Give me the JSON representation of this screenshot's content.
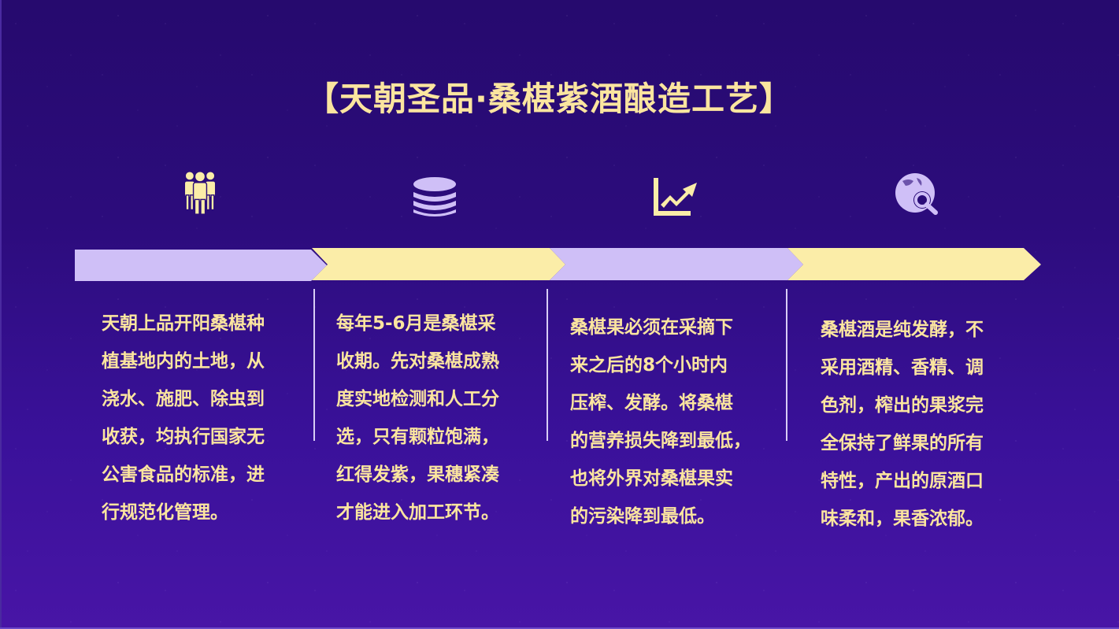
{
  "title": "【天朝圣品·桑椹紫酒酿造工艺】",
  "colors": {
    "background_top": "#260a6e",
    "background_bottom": "#4815a6",
    "lavender": "#cfbff7",
    "yellow": "#fbeda8",
    "text_yellow": "#fbe59f"
  },
  "steps": [
    {
      "icon": "people-group-icon",
      "arrow_color": "lavender",
      "lines": [
        "天朝上品开阳桑椹种",
        "植基地内的土地，从",
        "浇水、施肥、除虫到",
        "收获，均执行国家无",
        "公害食品的标准，进",
        "行规范化管理。"
      ]
    },
    {
      "icon": "database-stack-icon",
      "arrow_color": "yellow",
      "lines": [
        "每年5-6月是桑椹采",
        "收期。先对桑椹成熟",
        "度实地检测和人工分",
        "选，只有颗粒饱满，",
        "红得发紫，果穗紧凑",
        "才能进入加工环节。"
      ]
    },
    {
      "icon": "line-chart-up-icon",
      "arrow_color": "lavender",
      "lines": [
        "桑椹果必须在采摘下",
        "来之后的8个小时内",
        "压榨、发酵。将桑椹",
        "的营养损失降到最低，",
        "也将外界对桑椹果实",
        "的污染降到最低。"
      ]
    },
    {
      "icon": "globe-search-icon",
      "arrow_color": "yellow",
      "lines": [
        "桑椹酒是纯发酵，不",
        "采用酒精、香精、调",
        "色剂，榨出的果浆完",
        "全保持了鲜果的所有",
        "特性，产出的原酒口",
        "味柔和，果香浓郁。"
      ]
    }
  ]
}
